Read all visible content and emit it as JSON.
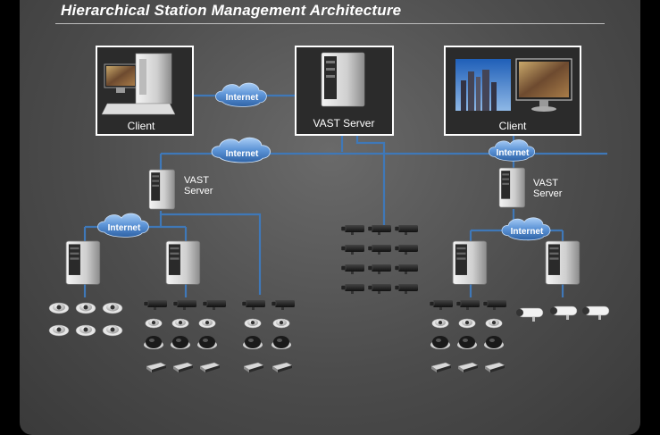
{
  "title": "Hierarchical Station Management Architecture",
  "boxes": {
    "client_left": "Client",
    "vast_server_center": "VAST Server",
    "client_right": "Client"
  },
  "clouds": {
    "top": "Internet",
    "middle": "Internet",
    "left_sub": "Internet",
    "right_top": "Internet",
    "right_sub": "Internet"
  },
  "sub_servers": {
    "left": [
      "VAST",
      "Server"
    ],
    "right": [
      "VAST",
      "Server"
    ]
  },
  "colors": {
    "link": "#3f78b8",
    "cloud": "#5a8fd0",
    "box_bg": "#2b2b2b",
    "box_border": "#ffffff"
  }
}
